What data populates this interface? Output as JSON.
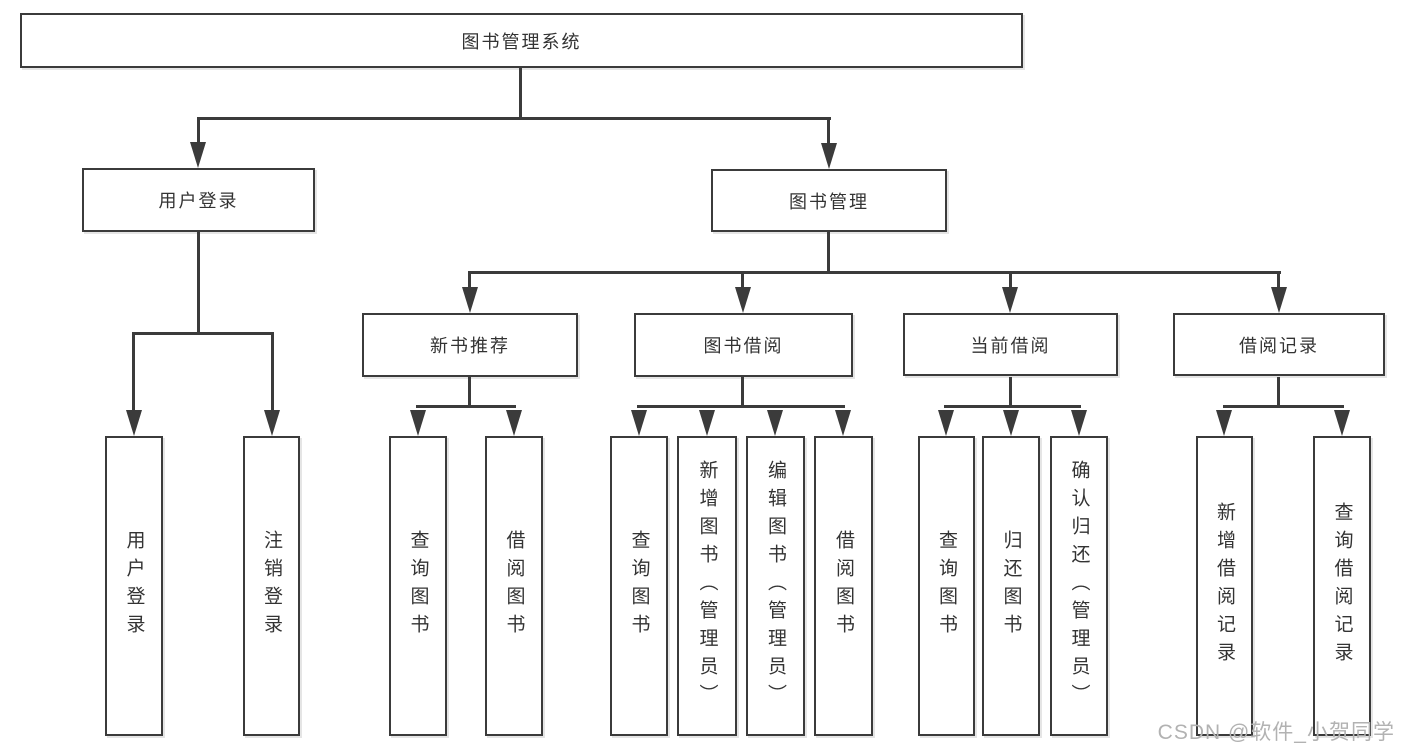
{
  "diagram": {
    "root": {
      "label": "图书管理系统"
    },
    "branches": {
      "user_login": {
        "label": "用户登录",
        "children": [
          "用户登录",
          "注销登录"
        ]
      },
      "book_management": {
        "label": "图书管理",
        "children": {
          "new_book_recommend": {
            "label": "新书推荐",
            "children": [
              "查询图书",
              "借阅图书"
            ]
          },
          "book_borrow": {
            "label": "图书借阅",
            "children": [
              "查询图书",
              "新增图书（管理员）",
              "编辑图书（管理员）",
              "借阅图书"
            ]
          },
          "current_borrow": {
            "label": "当前借阅",
            "children": [
              "查询图书",
              "归还图书",
              "确认归还（管理员）"
            ]
          },
          "borrow_records": {
            "label": "借阅记录",
            "children": [
              "新增借阅记录",
              "查询借阅记录"
            ]
          }
        }
      }
    }
  },
  "watermark": {
    "text": "CSDN @软件_小贺同学"
  },
  "colors": {
    "line": "#3b3b3b",
    "node_border": "#3b3b3b",
    "text": "#333333",
    "watermark": "#b2b2b2",
    "background": "#ffffff"
  }
}
